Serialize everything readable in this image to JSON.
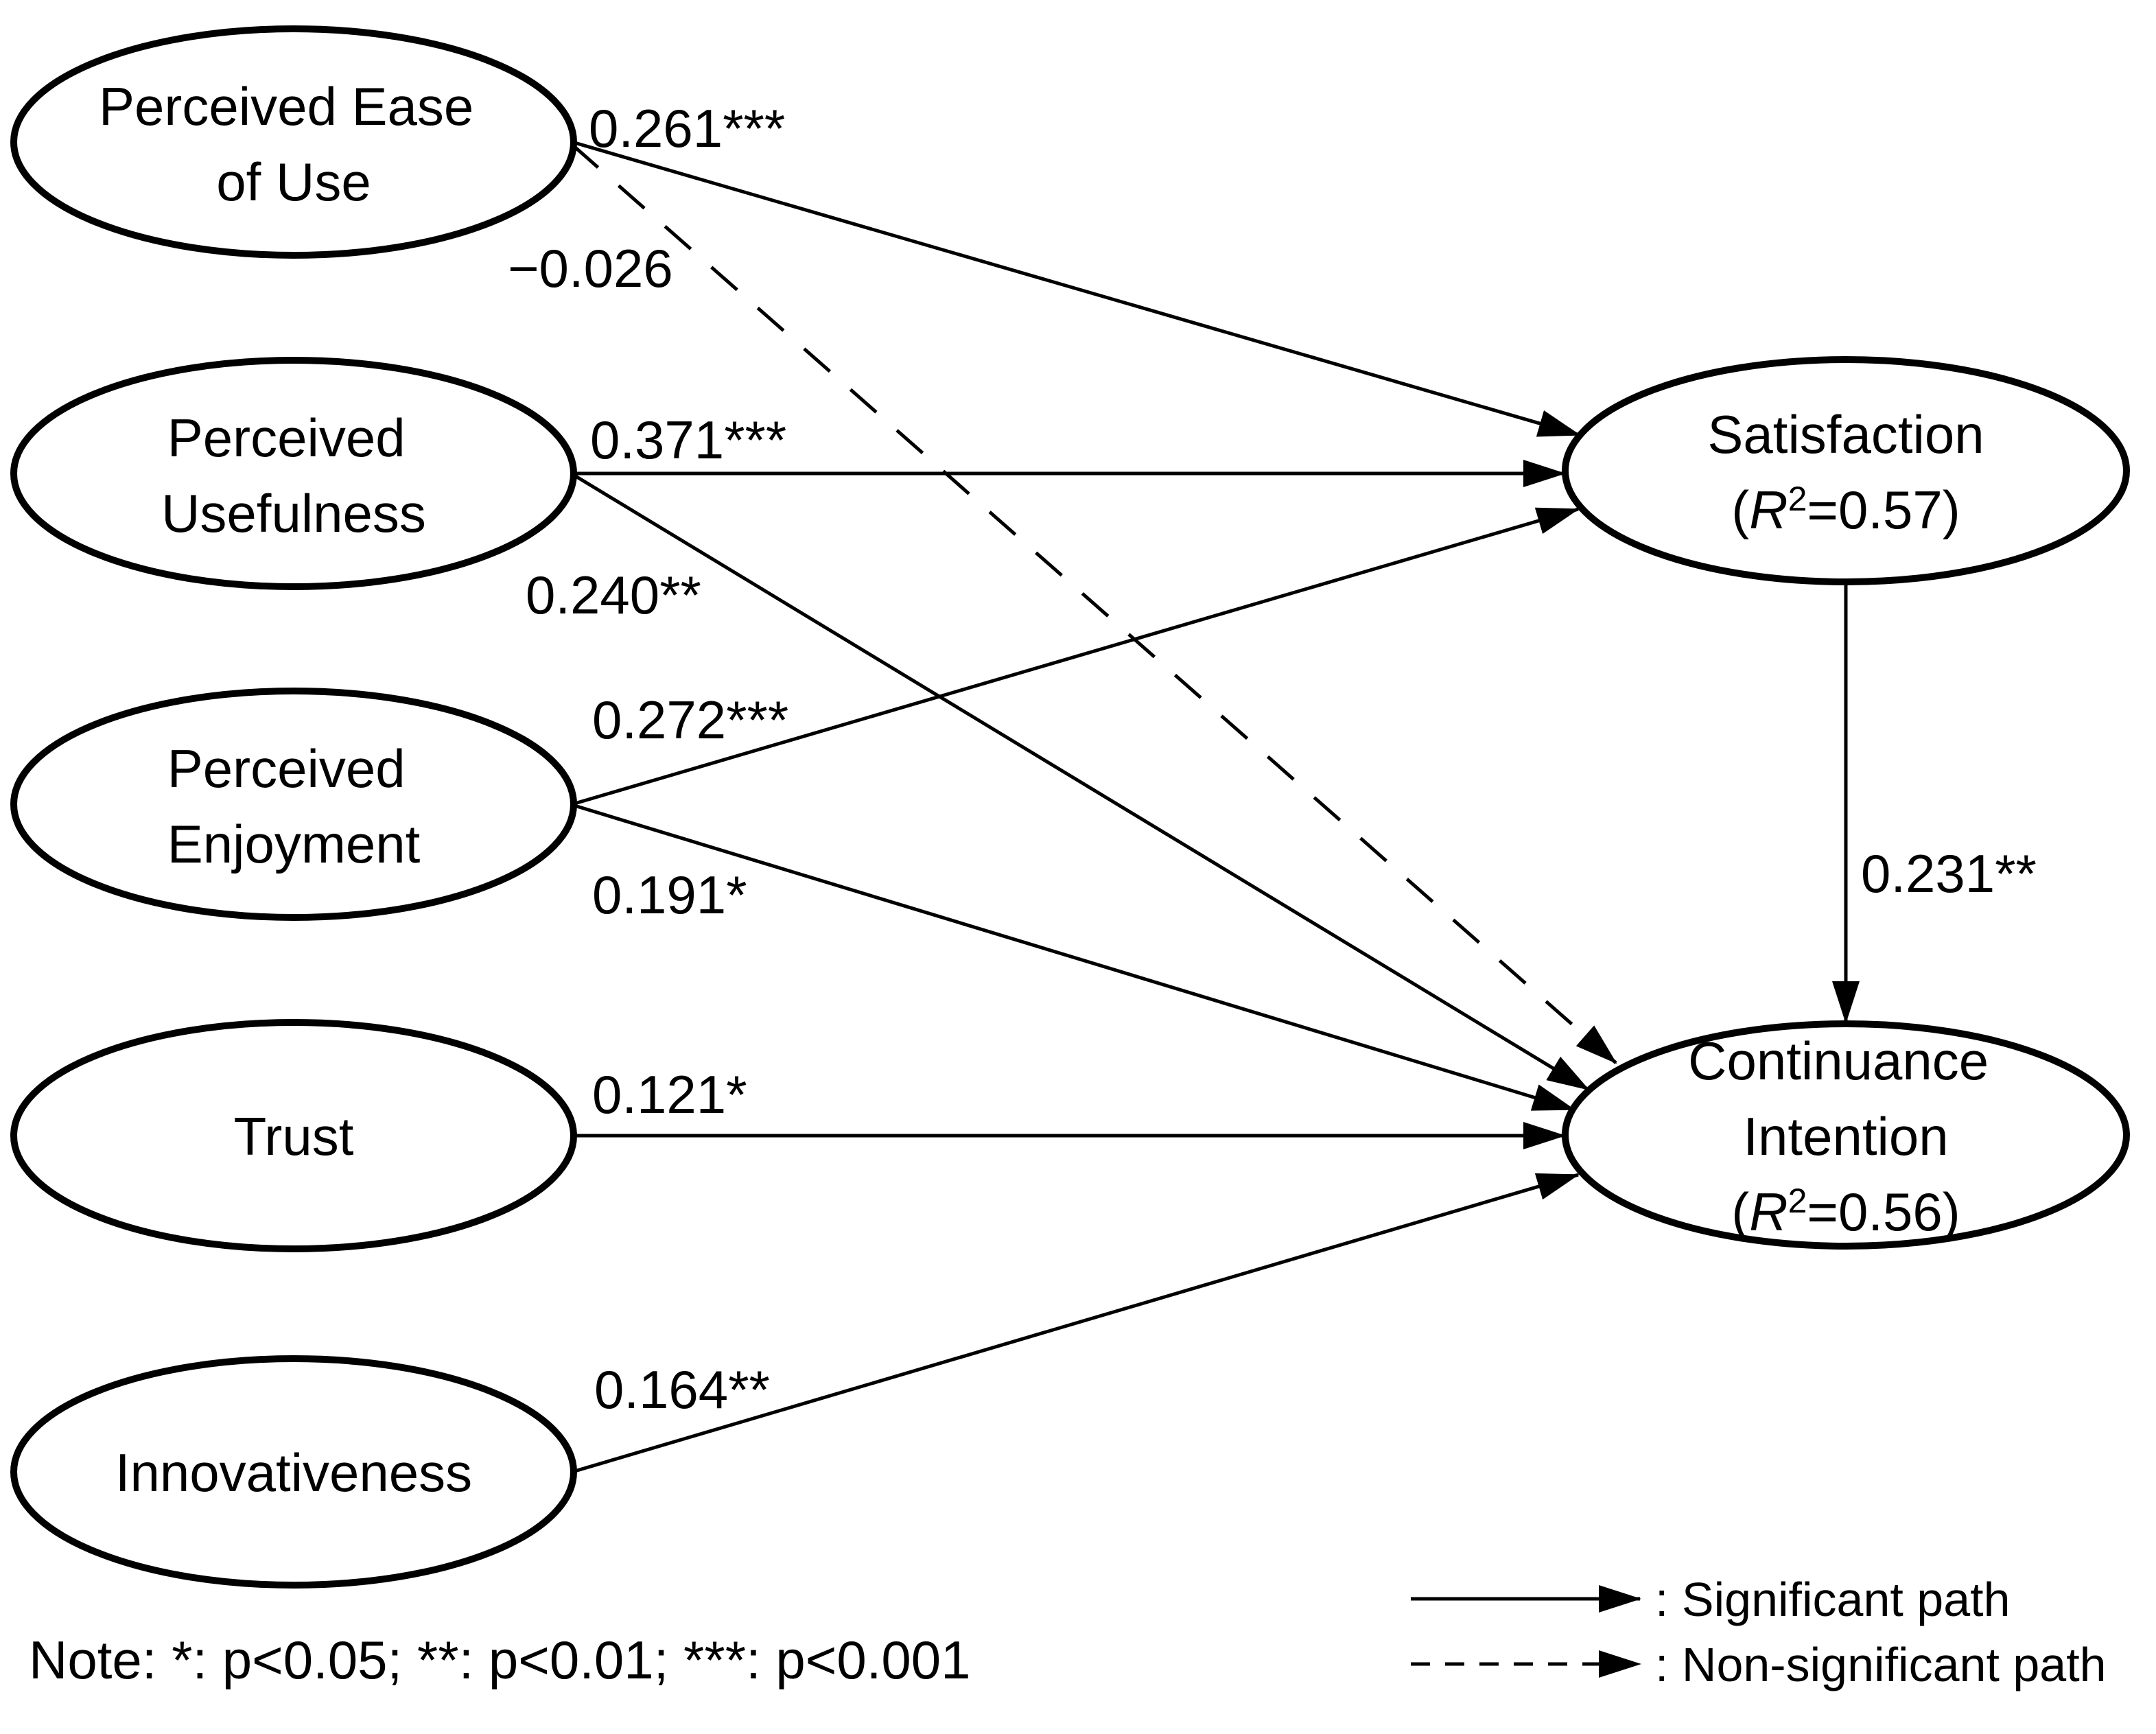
{
  "figure": {
    "kind": "sem-path-diagram",
    "colors": {
      "ink": "#000000",
      "background": "#ffffff"
    },
    "nodes": {
      "peu": {
        "name": "Perceived Ease of Use",
        "line1": "Perceived Ease",
        "line2": "of Use"
      },
      "pu": {
        "name": "Perceived Usefulness",
        "line1": "Perceived",
        "line2": "Usefulness"
      },
      "pe": {
        "name": "Perceived Enjoyment",
        "line1": "Perceived",
        "line2": "Enjoyment"
      },
      "trust": {
        "name": "Trust",
        "line1": "Trust"
      },
      "innov": {
        "name": "Innovativeness",
        "line1": "Innovativeness"
      },
      "sat": {
        "name": "Satisfaction",
        "line1": "Satisfaction",
        "r2_open": "(",
        "r2_var": "R",
        "r2_sup": "2",
        "r2_rest": "=0.57)"
      },
      "ci": {
        "name": "Continuance Intention",
        "line1": "Continuance",
        "line2": "Intention",
        "r2_open": "(",
        "r2_var": "R",
        "r2_sup": "2",
        "r2_rest": "=0.56)"
      }
    },
    "paths": [
      {
        "from": "Perceived Ease of Use",
        "to": "Satisfaction",
        "label": "0.261***",
        "significant": true
      },
      {
        "from": "Perceived Ease of Use",
        "to": "Continuance Intention",
        "label": "−0.026",
        "significant": false
      },
      {
        "from": "Perceived Usefulness",
        "to": "Satisfaction",
        "label": "0.371***",
        "significant": true
      },
      {
        "from": "Perceived Usefulness",
        "to": "Continuance Intention",
        "label": "0.240**",
        "significant": true
      },
      {
        "from": "Perceived Enjoyment",
        "to": "Satisfaction",
        "label": "0.272***",
        "significant": true
      },
      {
        "from": "Perceived Enjoyment",
        "to": "Continuance Intention",
        "label": "0.191*",
        "significant": true
      },
      {
        "from": "Trust",
        "to": "Continuance Intention",
        "label": "0.121*",
        "significant": true
      },
      {
        "from": "Innovativeness",
        "to": "Continuance Intention",
        "label": "0.164**",
        "significant": true
      },
      {
        "from": "Satisfaction",
        "to": "Continuance Intention",
        "label": "0.231**",
        "significant": true
      }
    ],
    "note": "Note: *: p<0.05; **: p<0.01; ***: p<0.001",
    "legend": {
      "significant_label": ": Significant path",
      "non_significant_label": ": Non-significant path"
    }
  }
}
